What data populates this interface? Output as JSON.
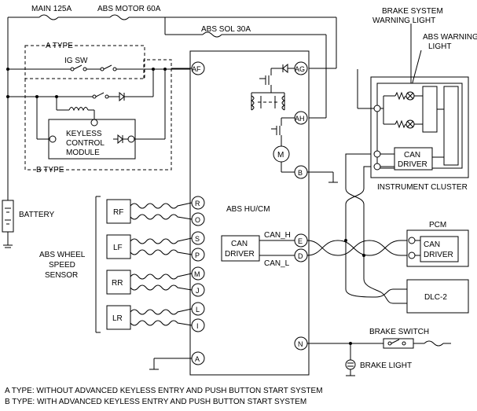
{
  "fuses": {
    "main": "MAIN 125A",
    "abs_motor": "ABS MOTOR 60A",
    "abs_sol": "ABS SOL 30A"
  },
  "groups": {
    "a_type": "A TYPE",
    "b_type": "B TYPE"
  },
  "ig_sw": "IG SW",
  "keyless": {
    "line1": "KEYLESS",
    "line2": "CONTROL",
    "line3": "MODULE"
  },
  "battery": "BATTERY",
  "abs_unit": "ABS HU/CM",
  "terminals": {
    "af": "AF",
    "ag": "AG",
    "ah": "AH",
    "b": "B",
    "r": "R",
    "o": "O",
    "s": "S",
    "p": "P",
    "m": "M",
    "j": "J",
    "l": "L",
    "i": "I",
    "a": "A",
    "e": "E",
    "d": "D",
    "n": "N"
  },
  "sensors": {
    "title1": "ABS WHEEL",
    "title2": "SPEED",
    "title3": "SENSOR",
    "rf": "RF",
    "lf": "LF",
    "rr": "RR",
    "lr": "LR"
  },
  "can": {
    "driver1": "CAN",
    "driver2": "DRIVER",
    "can_h": "CAN_H",
    "can_l": "CAN_L"
  },
  "cluster": {
    "brake_warn1": "BRAKE SYSTEM",
    "brake_warn2": "WARNING LIGHT",
    "abs_warn1": "ABS WARNING",
    "abs_warn2": "LIGHT",
    "label": "INSTRUMENT CLUSTER"
  },
  "pcm": "PCM",
  "dlc": "DLC-2",
  "brake_switch": "BRAKE SWITCH",
  "brake_light": "BRAKE LIGHT",
  "motor_symbol": "M",
  "notes": {
    "a": "A TYPE: WITHOUT ADVANCED KEYLESS ENTRY AND PUSH BUTTON START SYSTEM",
    "b": "B TYPE: WITH ADVANCED KEYLESS ENTRY AND PUSH BUTTON START SYSTEM"
  }
}
